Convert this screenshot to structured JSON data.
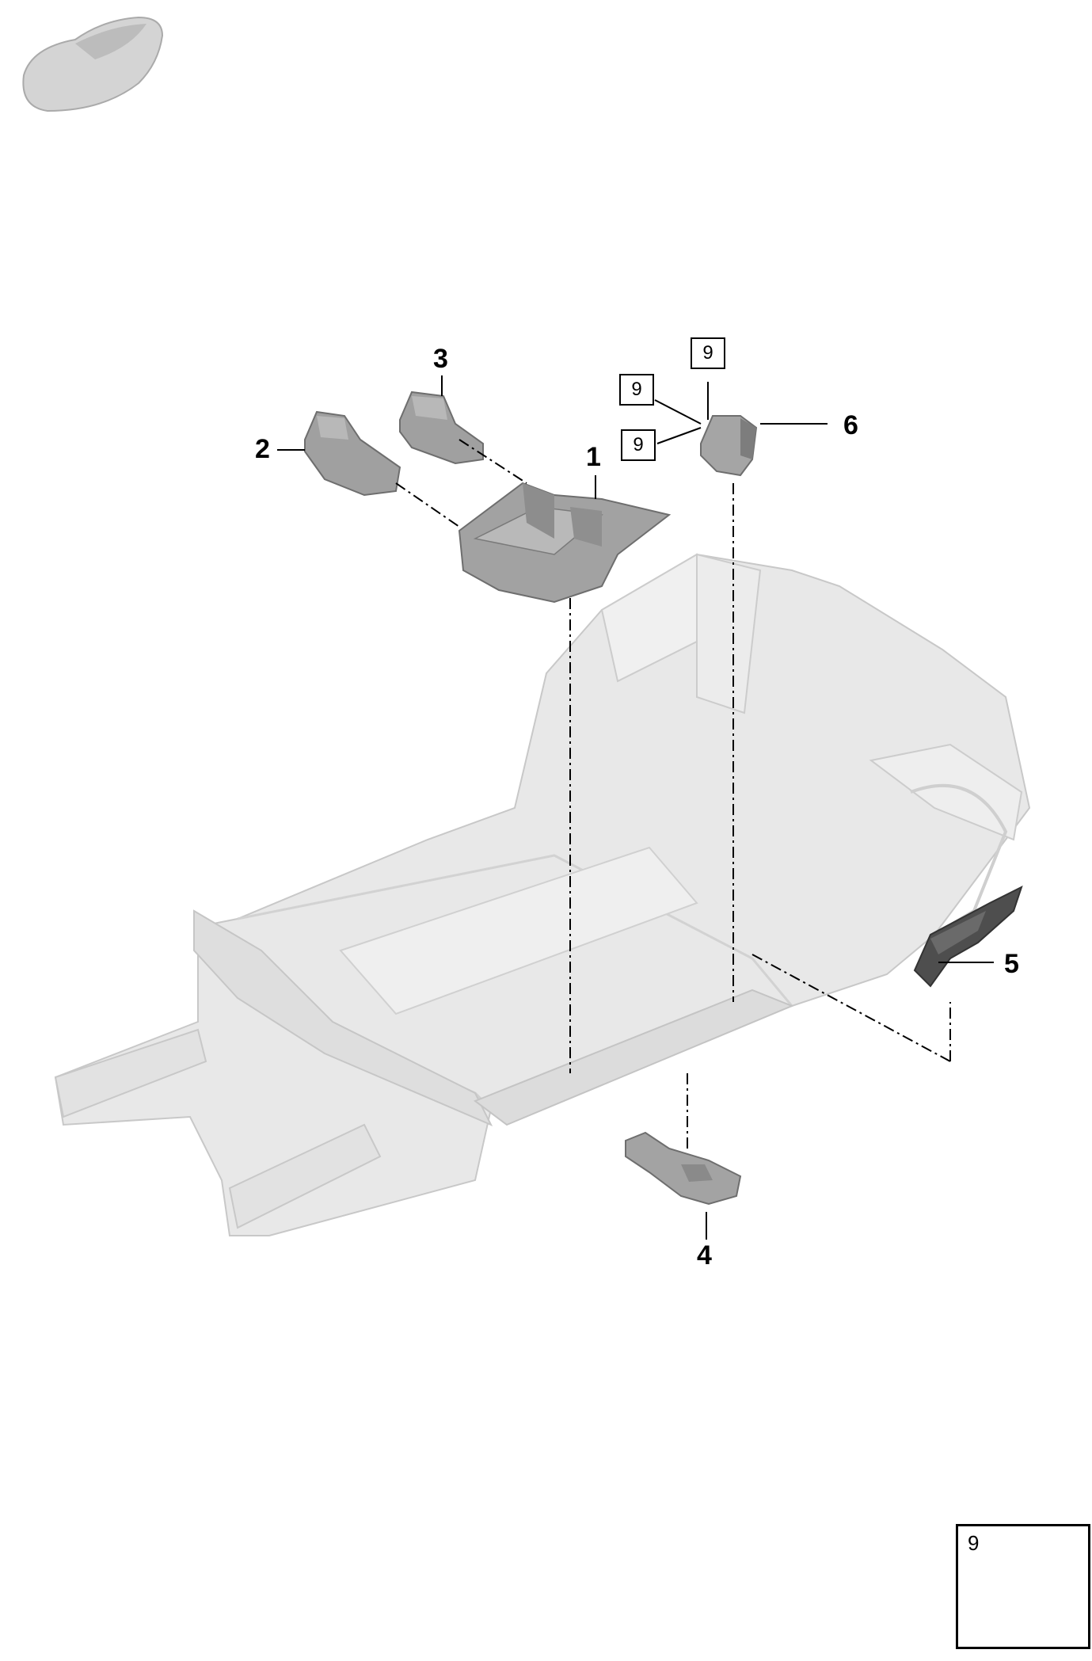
{
  "callouts": {
    "c1": "1",
    "c2": "2",
    "c3": "3",
    "c4": "4",
    "c5": "5",
    "c6": "6"
  },
  "refs": {
    "r9_top": "9",
    "r9_mid": "9",
    "r9_low": "9"
  },
  "legend": {
    "number": "9",
    "icon": "hex-flange-bolt-icon"
  },
  "thumbnail": {
    "icon": "car-silhouette-icon"
  },
  "colors": {
    "line": "#000000",
    "part_dark": "#9a9a9a",
    "part_mid": "#b8b8b8",
    "body_light": "#e6e6e6",
    "body_edge": "#c4c4c4"
  }
}
